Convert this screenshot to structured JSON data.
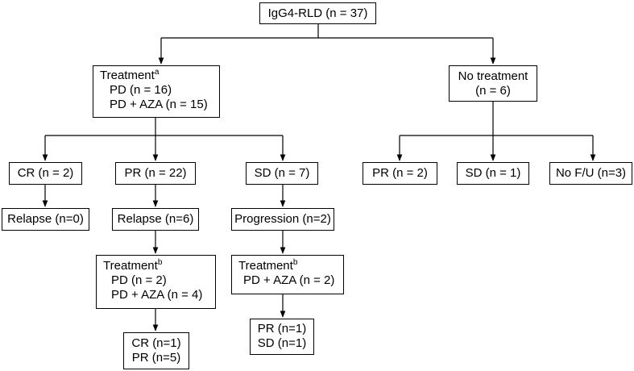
{
  "nodes": {
    "root": {
      "line1": "IgG4-RLD (n = 37)"
    },
    "treatment": {
      "title": "Treatment",
      "sup": "a",
      "line1": "PD  (n = 16)",
      "line2": "PD + AZA  (n = 15)"
    },
    "no_treatment": {
      "line1": "No treatment",
      "line2": "(n = 6)"
    },
    "cr": {
      "line1": "CR (n = 2)"
    },
    "pr": {
      "line1": "PR (n = 22)"
    },
    "sd": {
      "line1": "SD (n = 7)"
    },
    "nt_pr": {
      "line1": "PR (n = 2)"
    },
    "nt_sd": {
      "line1": "SD (n = 1)"
    },
    "nt_nofu": {
      "line1": "No F/U (n=3)"
    },
    "cr_relapse": {
      "line1": "Relapse (n=0)"
    },
    "pr_relapse": {
      "line1": "Relapse (n=6)"
    },
    "sd_progression": {
      "line1": "Progression (n=2)"
    },
    "pr_treatment": {
      "title": "Treatment",
      "sup": "b",
      "line1": "PD (n = 2)",
      "line2": "PD + AZA (n = 4)"
    },
    "sd_treatment": {
      "title": "Treatment",
      "sup": "b",
      "line1": "PD + AZA (n = 2)"
    },
    "pr_outcome": {
      "line1": "CR (n=1)",
      "line2": "PR (n=5)"
    },
    "sd_outcome": {
      "line1": "PR (n=1)",
      "line2": "SD (n=1)"
    }
  }
}
